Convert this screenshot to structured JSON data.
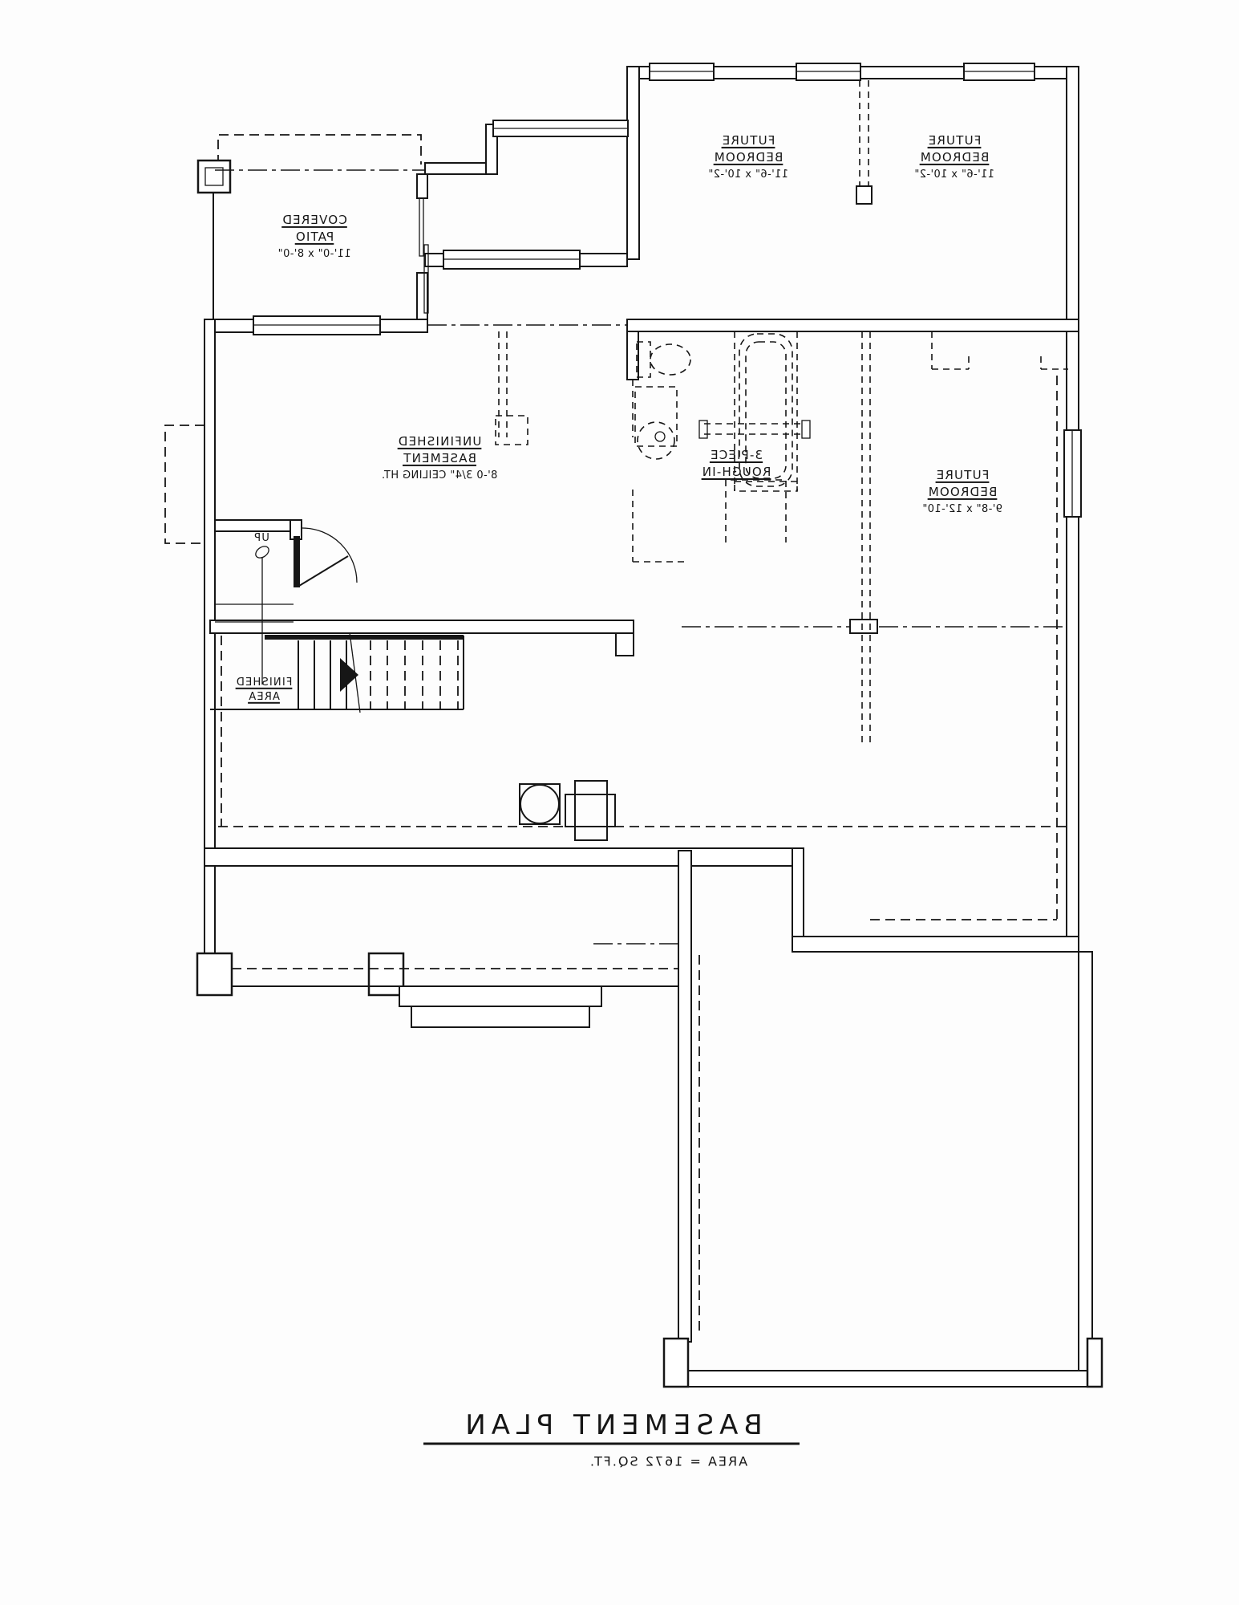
{
  "rooms": {
    "future_bedroom_1": {
      "name_line1": "FUTURE",
      "name_line2": "BEDROOM",
      "dims": "11'-6\" x 10'-2\""
    },
    "future_bedroom_2": {
      "name_line1": "FUTURE",
      "name_line2": "BEDROOM",
      "dims": "11'-6\" x 10'-2\""
    },
    "future_bedroom_3": {
      "name_line1": "FUTURE",
      "name_line2": "BEDROOM",
      "dims": "9'-8\" x 12'-10\""
    },
    "covered_patio": {
      "name_line1": "COVERED",
      "name_line2": "PATIO",
      "dims": "11'-0\" x 8'-0\""
    },
    "unfinished_basement": {
      "name_line1": "UNFINISHED",
      "name_line2": "BASEMENT",
      "note": "8'-0 3/4\" CEILING HT."
    },
    "rough_in": {
      "name_line1": "3-PIECE",
      "name_line2": "ROUGH-IN"
    },
    "finished_area": {
      "name_line1": "FINISHED",
      "name_line2": "AREA"
    }
  },
  "stairs": {
    "up_label": "UP"
  },
  "footer": {
    "title": "BASEMENT PLAN",
    "area": "AREA = 1672 SQ.FT."
  },
  "colors": {
    "line": "#161616",
    "background": "#fdfdfd"
  }
}
